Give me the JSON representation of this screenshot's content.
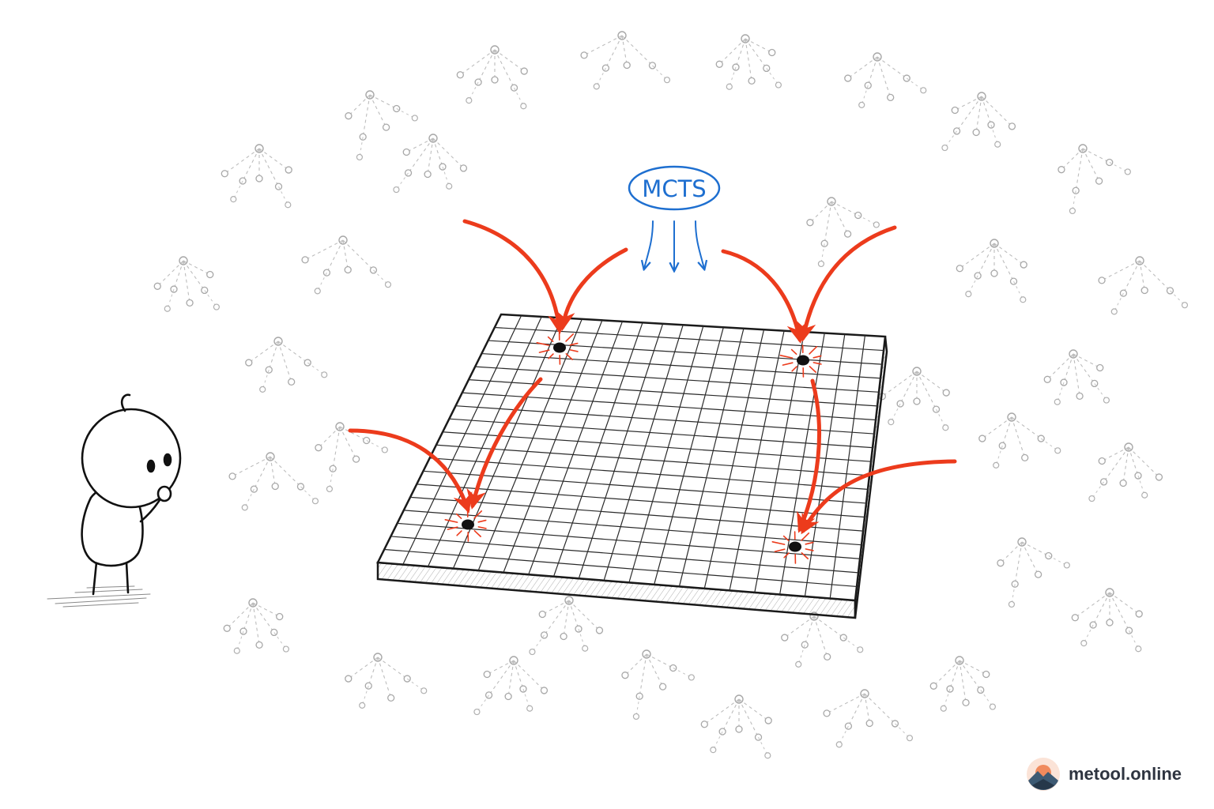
{
  "diagram": {
    "label": "MCTS",
    "colors": {
      "tree": "#b8b8b8",
      "arrow": "#ec3b1c",
      "label": "#1e6fd0",
      "board": "#1a1a1a",
      "stone": "#111111"
    },
    "board_size": 19,
    "highlighted_stones": 4
  },
  "watermark": {
    "text": "metool.online",
    "logo_icon": "mountain-sunset-logo"
  }
}
